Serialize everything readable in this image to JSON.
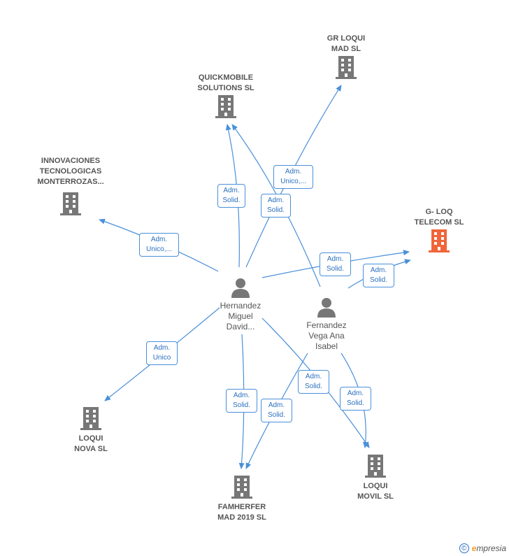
{
  "colors": {
    "edge": "#4a90d9",
    "company": "#777777",
    "highlight": "#f0653a",
    "person": "#777777"
  },
  "companies": [
    {
      "id": "grloqui",
      "label": "GR LOQUI\nMAD  SL",
      "highlight": false
    },
    {
      "id": "quickmobile",
      "label": "QUICKMOBILE\nSOLUTIONS SL",
      "highlight": false
    },
    {
      "id": "innovaciones",
      "label": "INNOVACIONES\nTECNOLOGICAS\nMONTERROZAS...",
      "highlight": false
    },
    {
      "id": "gloq",
      "label": "G- LOQ\nTELECOM  SL",
      "highlight": true
    },
    {
      "id": "loquinova",
      "label": "LOQUI\nNOVA  SL",
      "highlight": false
    },
    {
      "id": "famherfer",
      "label": "FAMHERFER\nMAD 2019  SL",
      "highlight": false
    },
    {
      "id": "loquimovil",
      "label": "LOQUI\nMOVIL  SL",
      "highlight": false
    }
  ],
  "people": [
    {
      "id": "hernandez",
      "label": "Hernandez\nMiguel\nDavid..."
    },
    {
      "id": "fernandez",
      "label": "Fernandez\nVega Ana\nIsabel"
    }
  ],
  "edge_labels": [
    {
      "id": "e1",
      "text": "Adm.\nUnico,..."
    },
    {
      "id": "e2",
      "text": "Adm.\nSolid."
    },
    {
      "id": "e3",
      "text": "Adm.\nSolid."
    },
    {
      "id": "e4",
      "text": "Adm.\nUnico,..."
    },
    {
      "id": "e5",
      "text": "Adm.\nSolid."
    },
    {
      "id": "e6",
      "text": "Adm.\nSolid."
    },
    {
      "id": "e7",
      "text": "Adm.\nUnico"
    },
    {
      "id": "e8",
      "text": "Adm.\nSolid."
    },
    {
      "id": "e9",
      "text": "Adm.\nSolid."
    },
    {
      "id": "e10",
      "text": "Adm.\nSolid."
    },
    {
      "id": "e11",
      "text": "Adm.\nSolid."
    }
  ],
  "footer": {
    "copyright_symbol": "©",
    "brand_initial": "e",
    "brand_rest": "mpresia"
  }
}
